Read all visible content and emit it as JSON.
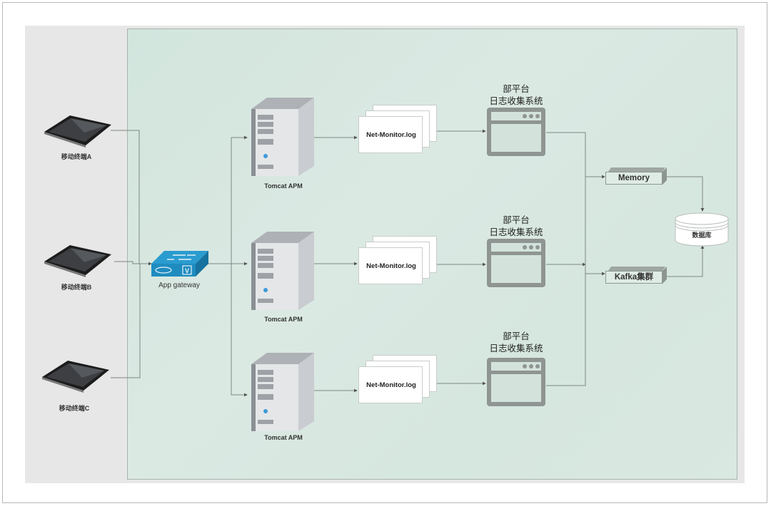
{
  "diagram": {
    "terminals": [
      {
        "id": "terminal-a",
        "label": "移动终端A"
      },
      {
        "id": "terminal-b",
        "label": "移动终端B"
      },
      {
        "id": "terminal-c",
        "label": "移动终端C"
      }
    ],
    "gateway": {
      "label": "App gateway",
      "badge": "V"
    },
    "servers": [
      {
        "label": "Tomcat APM"
      },
      {
        "label": "Tomcat APM"
      },
      {
        "label": "Tomcat APM"
      }
    ],
    "logs": [
      {
        "label": "Net-Monitor.log"
      },
      {
        "label": "Net-Monitor.log"
      },
      {
        "label": "Net-Monitor.log"
      }
    ],
    "collectors": [
      {
        "line1": "部平台",
        "line2": "日志收集系统"
      },
      {
        "line1": "部平台",
        "line2": "日志收集系统"
      },
      {
        "line1": "部平台",
        "line2": "日志收集系统"
      }
    ],
    "memory": {
      "label": "Memory"
    },
    "kafka": {
      "label": "Kafka集群"
    },
    "database": {
      "label": "数据库"
    },
    "colors": {
      "zone_bg": "#d6e7df",
      "gateway_blue": "#1f8cc0",
      "connector": "#7d8783",
      "window_gray": "#8f9592"
    }
  }
}
